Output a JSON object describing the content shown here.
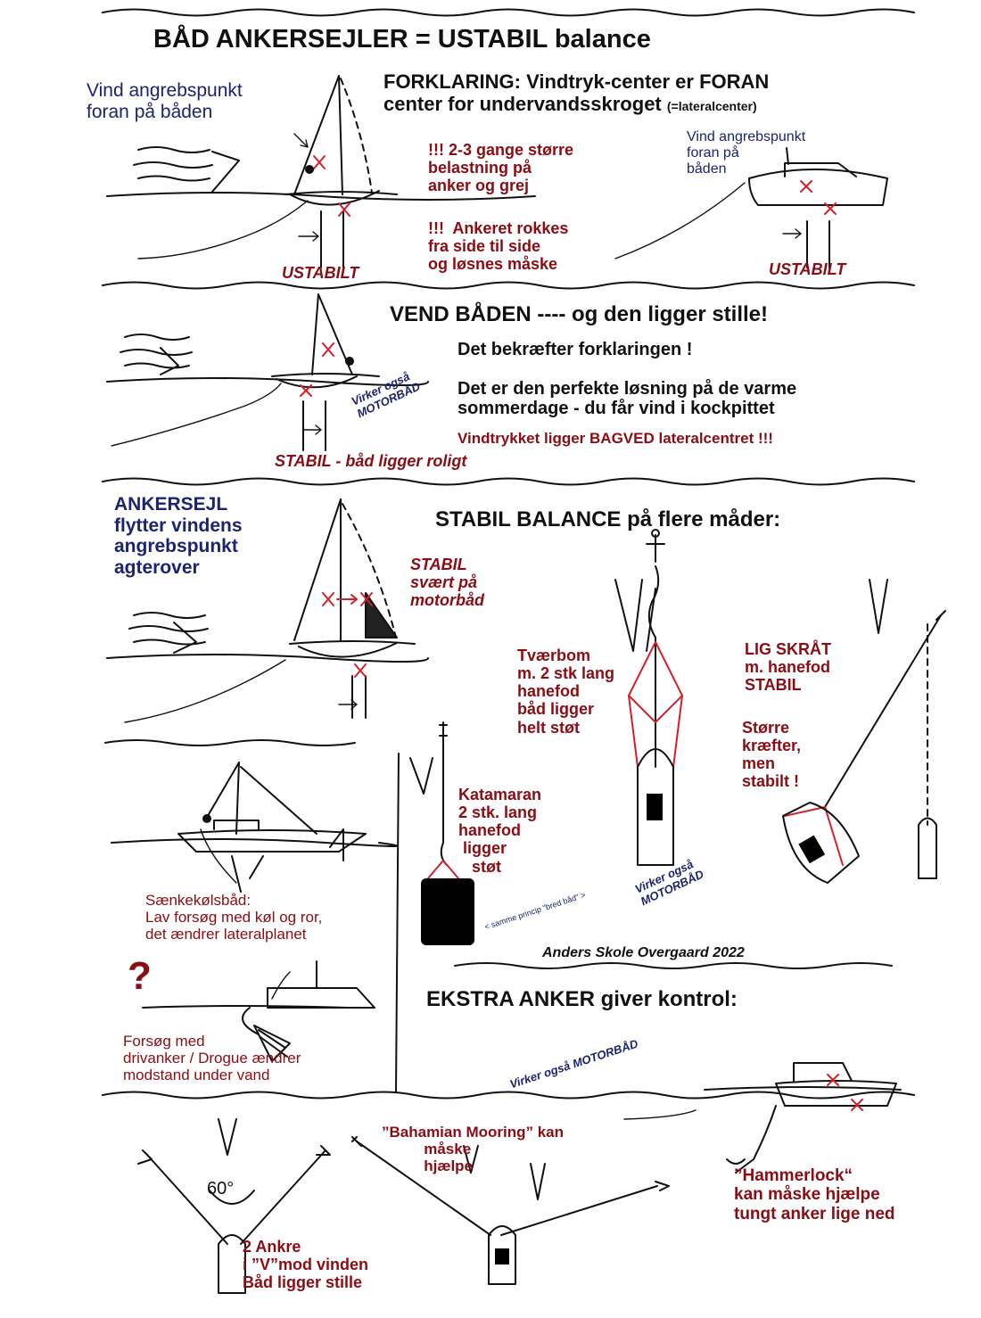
{
  "title": "BÅD ANKERSEJLER = USTABIL balance",
  "section1": {
    "wind_point_label": "Vind angrebspunkt\nforan på båden",
    "explanation": "FORKLARING: Vindtryk-center er FORAN\ncenter for undervandsskroget",
    "explanation_note": "(=lateralcenter)",
    "load_note": "!!! 2-3 gange større\nbelastning på\nanker og grej",
    "anchor_note": "!!!  Ankeret rokkes\nfra side til side\nog løsnes måske",
    "motorboat_wind_label": "Vind angrebspunkt\nforan på\nbåden",
    "unstable_left": "USTABILT",
    "unstable_right": "USTABILT"
  },
  "section2": {
    "heading": "VEND BÅDEN ---- og den ligger stille!",
    "confirm": "Det bekræfter forklaringen !",
    "perfect": "Det er den perfekte løsning på de varme\nsommerdage - du får vind i kockpittet",
    "behind": "Vindtrykket ligger BAGVED lateralcentret !!!",
    "also_motor": "Virker også\nMOTORBÅD",
    "stable": "STABIL - båd ligger roligt"
  },
  "section3": {
    "riding_sail": "ANKERSEJL\nflytter vindens\nangrebspunkt\nagterover",
    "heading": "STABIL BALANCE på flere måder:",
    "stable_motor": "STABIL\nsvært på\nmotorbåd",
    "crossboom": "Tværbom\nm. 2 stk lang\nhanefod\nbåd ligger\nhelt støt",
    "lie_angled": "LIG SKRÅT\nm. hanefod\nSTABIL",
    "bigger_forces": "Større\nkræfter,\nmen\nstabilt !",
    "catamaran": "Katamaran\n2 stk. lang\nhanefod\n ligger\n   støt",
    "same_principle": "< samme princip \"bred båd\" >",
    "also_motor": "Virker også\nMOTORBÅD",
    "keel": "Sænkekølsbåd:\nLav forsøg med køl og ror,\ndet ændrer lateralplanet",
    "question": "?",
    "author": "Anders Skole Overgaard 2022",
    "drogue": "Forsøg med\ndrivanker / Drogue ændrer\nmodstand under vand"
  },
  "section4": {
    "heading": "EKSTRA ANKER giver kontrol:",
    "also_motor": "Virker også MOTORBÅD",
    "angle": "60°",
    "two_anchors": "2 Ankre\ni ”V”mod vinden\nBåd ligger stille",
    "bahamian": "”Bahamian Mooring” kan\n          måske\n          hjælpe",
    "hammerlock": "”Hammerlock“\nkan måske hjælpe\ntungt anker lige ned"
  },
  "colors": {
    "red_text": "#8b0d14",
    "navy_text": "#1c2470",
    "sketch_red": "#d3202a",
    "ink": "#111111"
  }
}
